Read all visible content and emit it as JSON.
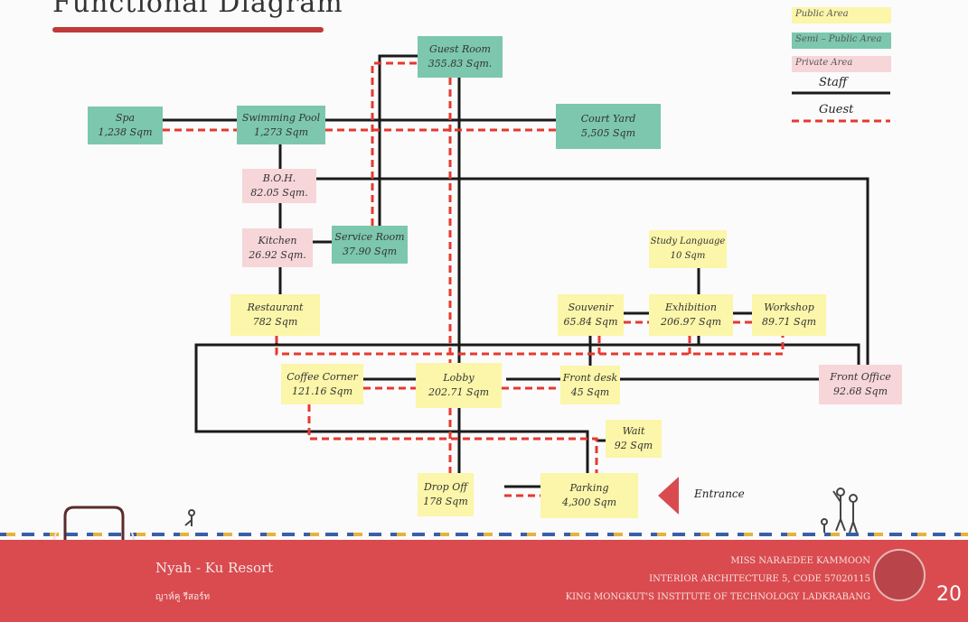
{
  "title": "Functional Diagram",
  "legend": {
    "public": "Public Area",
    "semi": "Semi – Public Area",
    "private": "Private Area",
    "staff": "Staff",
    "guest": "Guest"
  },
  "colors": {
    "public": "#fbf6a9",
    "semi": "#7cc7ad",
    "private": "#f6d6d9",
    "staff": "#1a1a1a",
    "guest": "#e5392f",
    "footer": "#d94b4f",
    "title_underline": "#c03a3a"
  },
  "nodes": {
    "guest_room": {
      "name": "Guest Room",
      "area": "355.83 Sqm."
    },
    "spa": {
      "name": "Spa",
      "area": "1,238 Sqm"
    },
    "swimming_pool": {
      "name": "Swimming Pool",
      "area": "1,273 Sqm"
    },
    "court_yard": {
      "name": "Court Yard",
      "area": "5,505 Sqm"
    },
    "boh": {
      "name": "B.O.H.",
      "area": "82.05 Sqm."
    },
    "kitchen": {
      "name": "Kitchen",
      "area": "26.92 Sqm."
    },
    "service_room": {
      "name": "Service Room",
      "area": "37.90 Sqm"
    },
    "study_language": {
      "name": "Study Language",
      "area": "10 Sqm"
    },
    "restaurant": {
      "name": "Restaurant",
      "area": "782 Sqm"
    },
    "souvenir": {
      "name": "Souvenir",
      "area": "65.84 Sqm"
    },
    "exhibition": {
      "name": "Exhibition",
      "area": "206.97 Sqm"
    },
    "workshop": {
      "name": "Workshop",
      "area": "89.71 Sqm"
    },
    "coffee_corner": {
      "name": "Coffee Corner",
      "area": "121.16 Sqm"
    },
    "lobby": {
      "name": "Lobby",
      "area": "202.71 Sqm"
    },
    "front_desk": {
      "name": "Front desk",
      "area": "45 Sqm"
    },
    "front_office": {
      "name": "Front Office",
      "area": "92.68 Sqm"
    },
    "wait": {
      "name": "Wait",
      "area": "92 Sqm"
    },
    "drop_off": {
      "name": "Drop Off",
      "area": "178 Sqm"
    },
    "parking": {
      "name": "Parking",
      "area": "4,300 Sqm"
    }
  },
  "entrance": "Entrance",
  "footer": {
    "resort": "Nyah - Ku Resort",
    "resort_thai": "ญาห์คู รีสอร์ท",
    "author": "MISS NARAEDEE KAMMOON",
    "course": "INTERIOR ARCHITECTURE 5, CODE 57020115",
    "institute": "KING MONGKUT'S INSTITUTE OF TECHNOLOGY LADKRABANG",
    "page": "20"
  }
}
